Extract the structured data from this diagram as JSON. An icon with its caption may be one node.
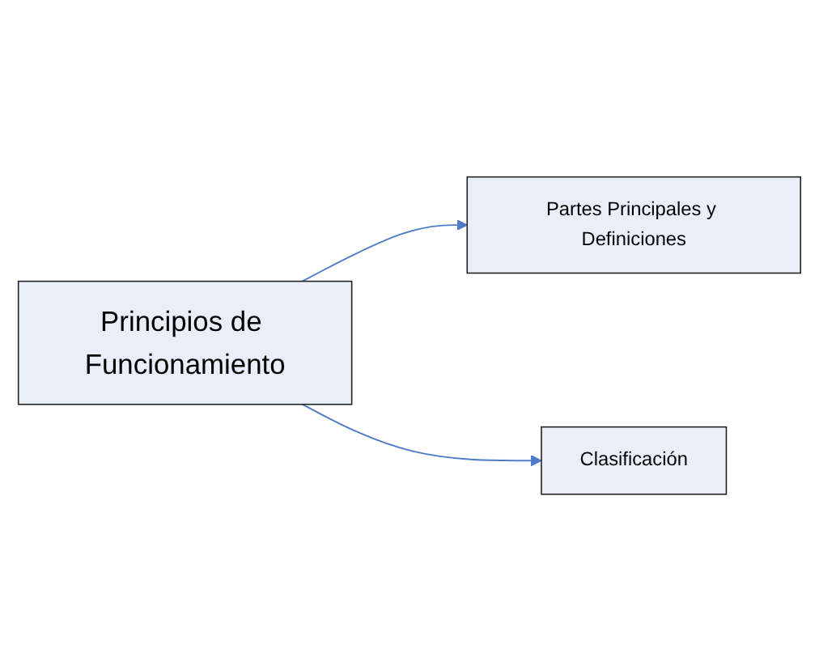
{
  "diagram": {
    "nodes": [
      {
        "text": [
          "Principios de Funcionamiento"
        ]
      },
      {
        "text": [
          "Partes Principales y Definiciones"
        ]
      },
      {
        "text": [
          "Clasificación"
        ]
      }
    ],
    "edges": [
      {
        "from": 0,
        "to": 1,
        "arrow": "to"
      },
      {
        "from": 0,
        "to": 2,
        "arrow": "to"
      }
    ]
  }
}
